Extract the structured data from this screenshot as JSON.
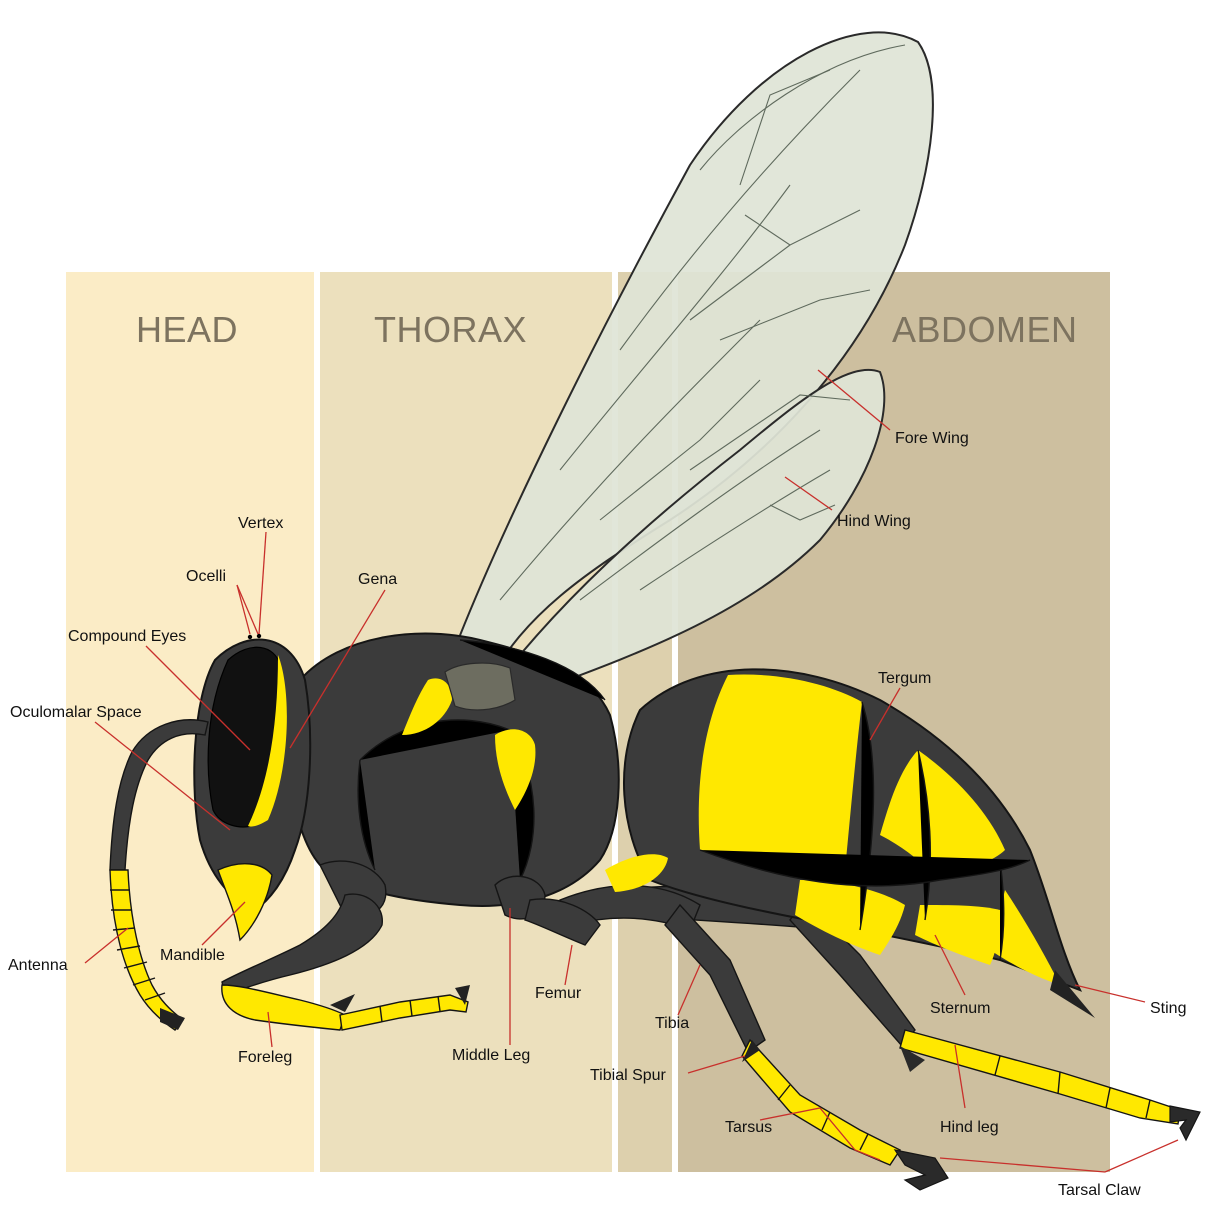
{
  "regions": {
    "head": "HEAD",
    "thorax": "THORAX",
    "abdomen": "ABDOMEN"
  },
  "labels": {
    "vertex": "Vertex",
    "ocelli": "Ocelli",
    "compound_eyes": "Compound Eyes",
    "oculomalar_space": "Oculomalar Space",
    "gena": "Gena",
    "antenna": "Antenna",
    "mandible": "Mandible",
    "foreleg": "Foreleg",
    "middle_leg": "Middle Leg",
    "femur": "Femur",
    "tibia": "Tibia",
    "tibial_spur": "Tibial Spur",
    "tarsus": "Tarsus",
    "tarsal_claw": "Tarsal Claw",
    "fore_wing": "Fore Wing",
    "hind_wing": "Hind Wing",
    "tergum": "Tergum",
    "sternum": "Sternum",
    "sting": "Sting",
    "hind_leg": "Hind leg"
  },
  "colors": {
    "head_band": "#fbecc6",
    "thorax_band": "#ece0bd",
    "abdomen_band": "#cdbf9f",
    "body": "#3b3b3b",
    "yellow": "#ffe800",
    "wing": "#dfe4d6",
    "leader": "#c8302c"
  }
}
